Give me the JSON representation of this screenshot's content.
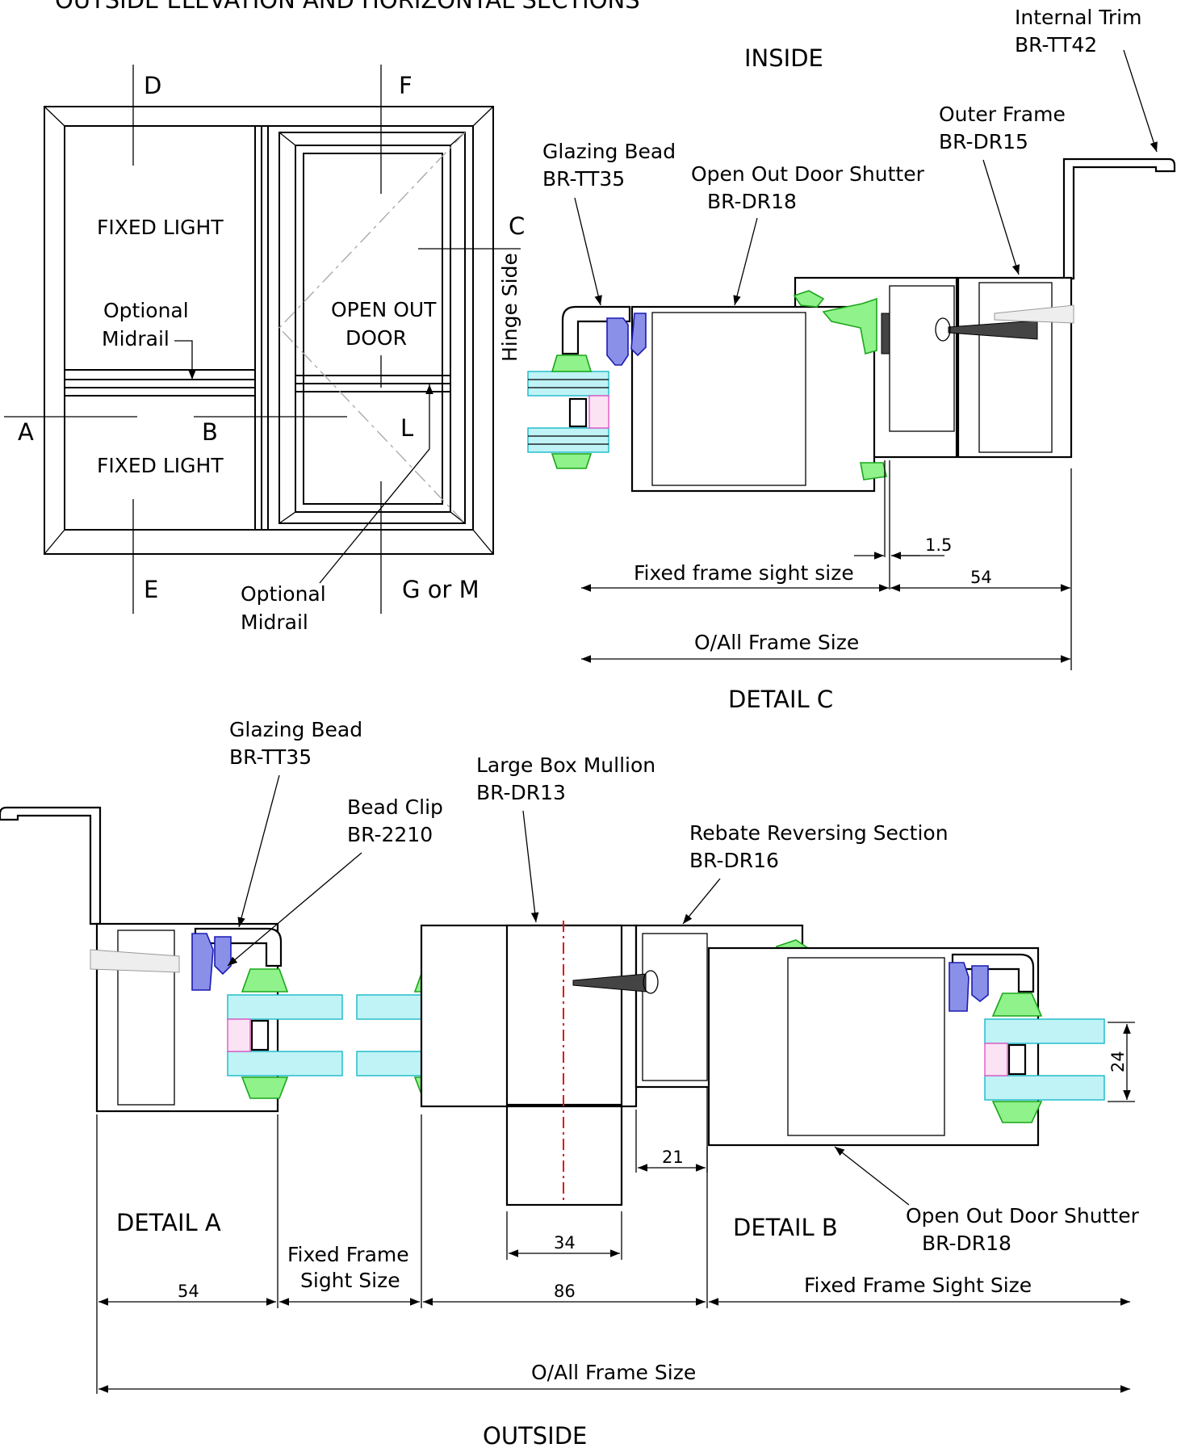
{
  "heading": "OUTSIDE ELEVATION AND HORIZONTAL SECTIONS",
  "orientation": {
    "inside": "INSIDE",
    "outside": "OUTSIDE"
  },
  "elevation": {
    "section_marks": {
      "a": "A",
      "b": "B",
      "c": "C",
      "d": "D",
      "e": "E",
      "f": "F",
      "g": "G or M",
      "l": "L"
    },
    "fixed_light_top": "FIXED LIGHT",
    "fixed_light_bottom": "FIXED LIGHT",
    "door_line1": "OPEN OUT",
    "door_line2": "DOOR",
    "hinge_side": "Hinge Side",
    "midrail_left_line1": "Optional",
    "midrail_left_line2": "Midrail",
    "midrail_bottom_line1": "Optional",
    "midrail_bottom_line2": "Midrail"
  },
  "detail_c": {
    "title": "DETAIL C",
    "internal_trim": {
      "name": "Internal Trim",
      "code": "BR-TT42"
    },
    "outer_frame": {
      "name": "Outer Frame",
      "code": "BR-DR15"
    },
    "glazing_bead": {
      "name": "Glazing Bead",
      "code": "BR-TT35"
    },
    "door_shutter": {
      "name": "Open Out Door Shutter",
      "code": "BR-DR18"
    },
    "dim_gap": "1.5",
    "dim_frame": "54",
    "dim_sight": "Fixed frame sight size",
    "dim_overall": "O/All Frame Size"
  },
  "detail_a": {
    "title": "DETAIL A",
    "glazing_bead": {
      "name": "Glazing Bead",
      "code": "BR-TT35"
    },
    "bead_clip": {
      "name": "Bead Clip",
      "code": "BR-2210"
    },
    "dim_frame": "54",
    "dim_sight_line1": "Fixed Frame",
    "dim_sight_line2": "Sight Size"
  },
  "detail_b": {
    "title": "DETAIL B",
    "mullion": {
      "name": "Large Box Mullion",
      "code": "BR-DR13"
    },
    "rebate": {
      "name": "Rebate Reversing Section",
      "code": "BR-DR16"
    },
    "door_shutter": {
      "name": "Open Out Door Shutter",
      "code": "BR-DR18"
    },
    "dim_glass": "24",
    "dim_rebate": "21",
    "dim_mullion": "34",
    "dim_mullion_total": "86",
    "dim_sight": "Fixed Frame Sight Size",
    "dim_overall": "O/All Frame Size"
  }
}
